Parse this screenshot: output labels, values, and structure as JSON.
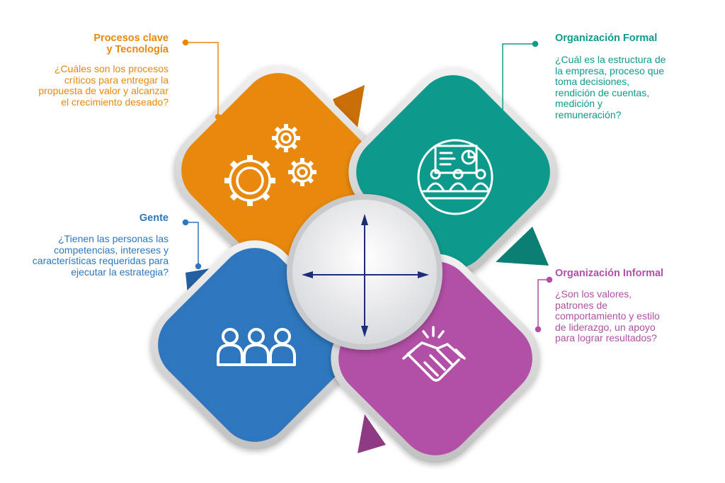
{
  "colors": {
    "orange": "#E8890C",
    "teal": "#0E9A8C",
    "blue": "#2E77BE",
    "magenta": "#B24FA6",
    "arrows": "#1C2C78"
  },
  "center": {
    "icon": "four-direction-arrows-icon"
  },
  "quadrants": {
    "procesos": {
      "title_line1": "Procesos clave",
      "title_line2": "y Tecnología",
      "body": [
        "¿Cuáles son los procesos",
        "críticos para entregar la",
        "propuesta de valor y alcanzar",
        "el crecimiento deseado?"
      ],
      "icon": "gears-icon"
    },
    "formal": {
      "title": "Organización Formal",
      "body": [
        "¿Cuál es la estructura de",
        "la empresa, proceso que",
        "toma decisiones,",
        "rendición de cuentas,",
        "medición y",
        "remuneración?"
      ],
      "icon": "meeting-presentation-icon"
    },
    "gente": {
      "title": "Gente",
      "body": [
        "¿Tienen las personas las",
        "competencias, intereses y",
        "características requeridas para",
        "ejecutar la estrategia?"
      ],
      "icon": "people-group-icon"
    },
    "informal": {
      "title": "Organización Informal",
      "body": [
        "¿Son los valores,",
        "patrones de",
        "comportamiento y estilo",
        "de liderazgo, un apoyo",
        "para lograr resultados?"
      ],
      "icon": "handshake-icon"
    }
  }
}
